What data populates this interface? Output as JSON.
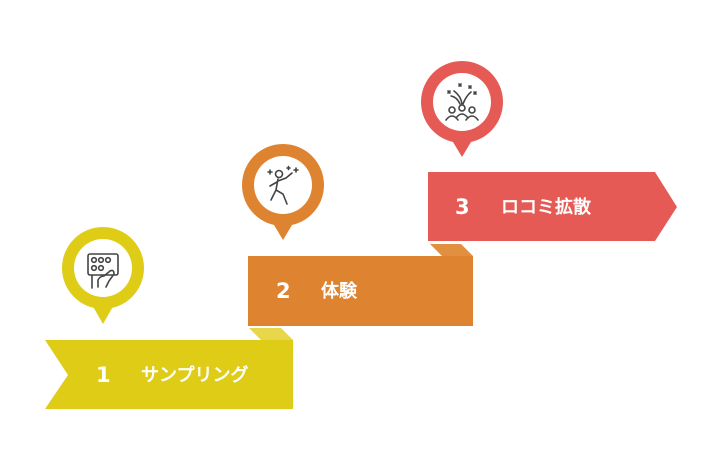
{
  "steps": [
    {
      "number": "1",
      "label": "サンプリング",
      "icon": "tablet-touch-icon",
      "color": "#dfcc17",
      "fold_color": "#e8d74a"
    },
    {
      "number": "2",
      "label": "体験",
      "icon": "dancing-person-icon",
      "color": "#de8330",
      "fold_color": "#e38f40"
    },
    {
      "number": "3",
      "label": "ロコミ拡散",
      "icon": "crowd-spreading-icon",
      "color": "#e55a55",
      "fold_color": "#e55a55"
    }
  ]
}
